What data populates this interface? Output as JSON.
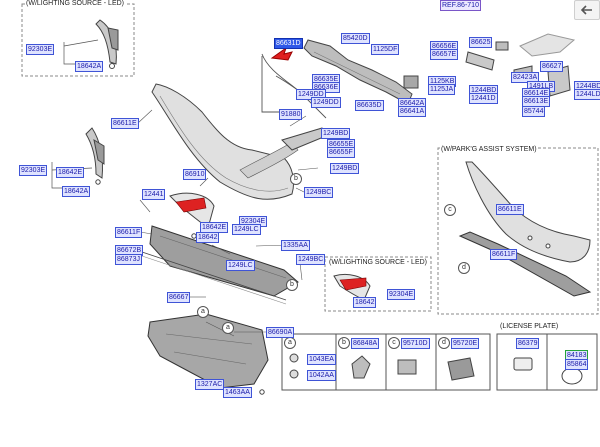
{
  "sections": {
    "top_left": "(W/LIGHTING SOURCE - LED)",
    "parking_assist": "(W/PARK'G ASSIST SYSTEM)",
    "mid_led": "(W/LIGHTING SOURCE - LED)",
    "license": "(LICENSE PLATE)"
  },
  "ref_link": "REF.86-710",
  "table_letters": [
    "a",
    "b",
    "c",
    "d"
  ],
  "table_parts": {
    "a1": "1043EA",
    "a2": "1042AA",
    "b": "86848A",
    "c": "95710D",
    "d": "95720E",
    "lp1": "86379",
    "lp2": "84183",
    "lp3": "85864"
  },
  "callout_letters": [
    "a",
    "a",
    "b",
    "b",
    "c",
    "d"
  ],
  "labels": [
    {
      "id": "lbl-86631d",
      "text": "86631D",
      "hl": true
    },
    {
      "id": "lbl-92303e-a",
      "text": "92303E"
    },
    {
      "id": "lbl-18642a-a",
      "text": "18642A"
    },
    {
      "id": "lbl-86611e",
      "text": "86611E"
    },
    {
      "id": "lbl-92303e-b",
      "text": "92303E"
    },
    {
      "id": "lbl-18642e",
      "text": "18642E"
    },
    {
      "id": "lbl-18642a-b",
      "text": "18642A"
    },
    {
      "id": "lbl-85420d",
      "text": "85420D"
    },
    {
      "id": "lbl-1125df",
      "text": "1125DF"
    },
    {
      "id": "lbl-86635e",
      "text": "86635E"
    },
    {
      "id": "lbl-86636e",
      "text": "86636E"
    },
    {
      "id": "lbl-1249dd",
      "text": "1249DD"
    },
    {
      "id": "lbl-1249dd-b",
      "text": "1249DD"
    },
    {
      "id": "lbl-86635d",
      "text": "86635D"
    },
    {
      "id": "lbl-91880",
      "text": "91880"
    },
    {
      "id": "lbl-1249bd",
      "text": "1249BD"
    },
    {
      "id": "lbl-86655e",
      "text": "86655E"
    },
    {
      "id": "lbl-86655f",
      "text": "86655F"
    },
    {
      "id": "lbl-1249bd-b",
      "text": "1249BD"
    },
    {
      "id": "lbl-86656e",
      "text": "86656E"
    },
    {
      "id": "lbl-86657e",
      "text": "86657E"
    },
    {
      "id": "lbl-86625",
      "text": "86625"
    },
    {
      "id": "lbl-86627",
      "text": "86627"
    },
    {
      "id": "lbl-1125kb",
      "text": "1125KB"
    },
    {
      "id": "lbl-1125ja",
      "text": "1125JA"
    },
    {
      "id": "lbl-86642a",
      "text": "86642A"
    },
    {
      "id": "lbl-86641a",
      "text": "86641A"
    },
    {
      "id": "lbl-82423a",
      "text": "82423A"
    },
    {
      "id": "lbl-1491lb",
      "text": "1491LB"
    },
    {
      "id": "lbl-1244bd",
      "text": "1244BD"
    },
    {
      "id": "lbl-12441d",
      "text": "12441D"
    },
    {
      "id": "lbl-86614e",
      "text": "86614E"
    },
    {
      "id": "lbl-86613e",
      "text": "86613E"
    },
    {
      "id": "lbl-85744",
      "text": "85744"
    },
    {
      "id": "lbl-1244bd-b",
      "text": "1244BD"
    },
    {
      "id": "lbl-1244ld",
      "text": "1244LD"
    },
    {
      "id": "lbl-86910",
      "text": "86910"
    },
    {
      "id": "lbl-1249bc",
      "text": "1249BC"
    },
    {
      "id": "lbl-12441",
      "text": "12441"
    },
    {
      "id": "lbl-18642e-b",
      "text": "18642E"
    },
    {
      "id": "lbl-18642",
      "text": "18642"
    },
    {
      "id": "lbl-92304e",
      "text": "92304E"
    },
    {
      "id": "lbl-1249lc",
      "text": "1249LC"
    },
    {
      "id": "lbl-86611f",
      "text": "86611F"
    },
    {
      "id": "lbl-86672b",
      "text": "86672B"
    },
    {
      "id": "lbl-86873j",
      "text": "86873J"
    },
    {
      "id": "lbl-1335aa",
      "text": "1335AA"
    },
    {
      "id": "lbl-1249lc-b",
      "text": "1249LC"
    },
    {
      "id": "lbl-1249bc-b",
      "text": "1249BC"
    },
    {
      "id": "lbl-86667",
      "text": "86667"
    },
    {
      "id": "lbl-86690a",
      "text": "86690A"
    },
    {
      "id": "lbl-1327ac",
      "text": "1327AC"
    },
    {
      "id": "lbl-1463aa",
      "text": "1463AA"
    },
    {
      "id": "lbl-18642-b",
      "text": "18642"
    },
    {
      "id": "lbl-92304e-b",
      "text": "92304E"
    },
    {
      "id": "lbl-86611e-b",
      "text": "86611E"
    },
    {
      "id": "lbl-86611f-b",
      "text": "86611F"
    }
  ]
}
